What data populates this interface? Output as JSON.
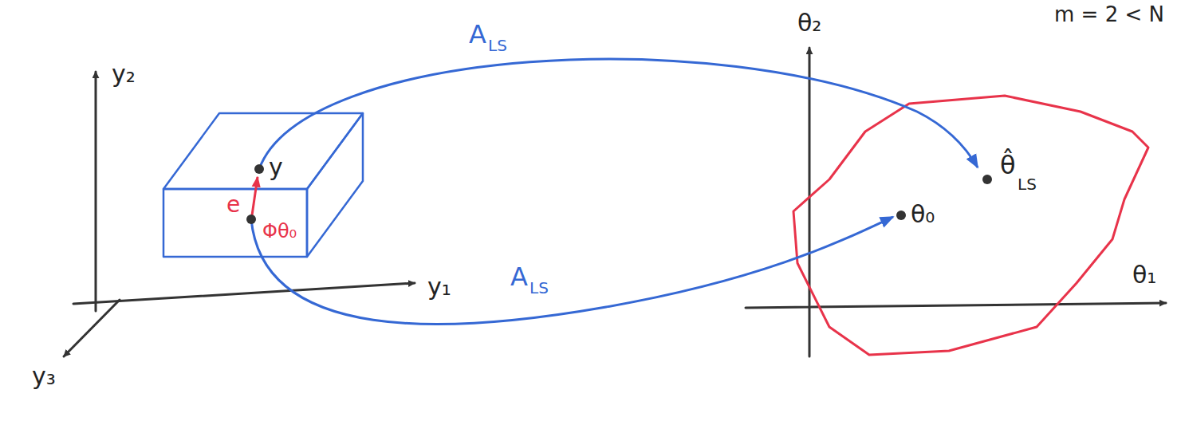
{
  "diagram": {
    "labels": [
      "y₂",
      "y₁",
      "y₃",
      "y",
      "e",
      "Φθ₀",
      "A",
      "LS",
      "A",
      "LS",
      "θ₂",
      "θ₁",
      "θ̂",
      "LS",
      "θ₀",
      "m = 2 < N"
    ]
  }
}
